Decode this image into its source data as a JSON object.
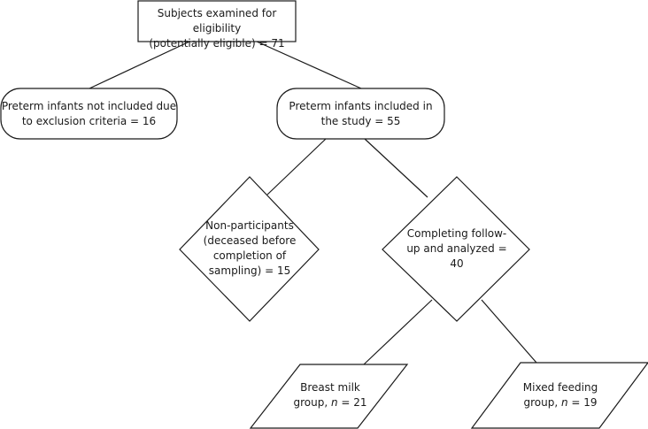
{
  "colors": {
    "stroke": "#1a1a1a",
    "fill": "#ffffff",
    "text": "#1a1a1a"
  },
  "nodes": {
    "eligibility": {
      "line1": "Subjects examined for eligibility",
      "line2": "(potentially eligible) = 71"
    },
    "excluded": {
      "line1": "Preterm infants not included due",
      "line2": "to exclusion criteria = 16"
    },
    "included": {
      "line1": "Preterm infants included in",
      "line2": "the study = 55"
    },
    "non_participants": {
      "line1": "Non-participants",
      "line2": "(deceased before",
      "line3": "completion of",
      "line4": "sampling) = 15"
    },
    "completing": {
      "line1": "Completing follow-",
      "line2": "up and analyzed =",
      "line3": "40"
    },
    "breast_milk": {
      "line1": "Breast milk",
      "line2_prefix": "group, ",
      "line2_n": "n",
      "line2_suffix": " = 21"
    },
    "mixed_feeding": {
      "line1": "Mixed feeding",
      "line2_prefix": "group, ",
      "line2_n": "n",
      "line2_suffix": " = 19"
    }
  }
}
